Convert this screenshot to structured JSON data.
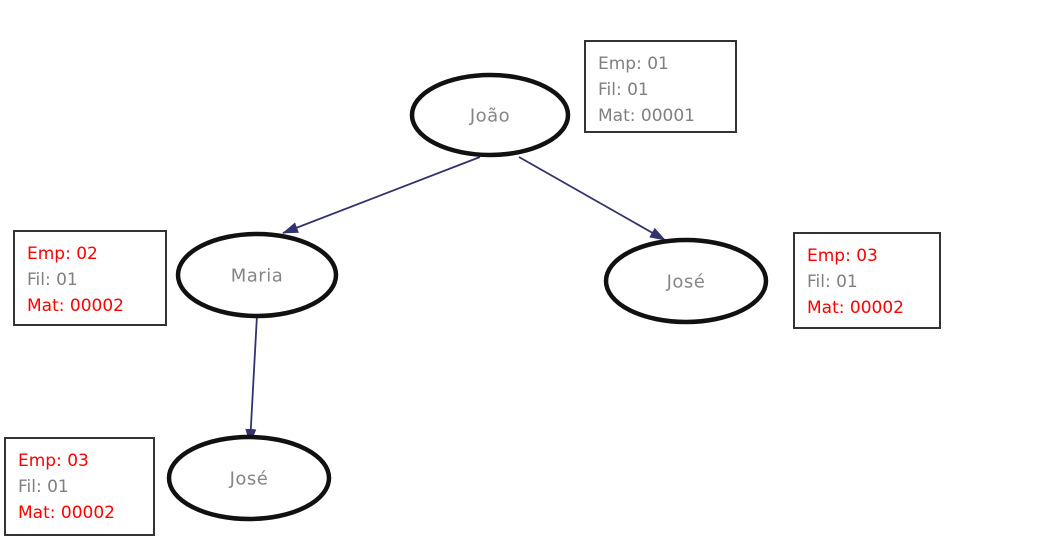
{
  "diagram": {
    "title": "employee-tree-diagram",
    "colors": {
      "background": "#ffffff",
      "node_border": "#111111",
      "node_label": "#85858a",
      "arrow": "#32326e",
      "box_border": "#333333",
      "text_gray": "#808080",
      "text_red": "#ff0000"
    },
    "nodes": [
      {
        "id": "joao",
        "label": "João"
      },
      {
        "id": "maria",
        "label": "Maria"
      },
      {
        "id": "jose-right",
        "label": "José"
      },
      {
        "id": "jose-bottom",
        "label": "José"
      }
    ],
    "edges": [
      {
        "from": "joao",
        "to": "maria"
      },
      {
        "from": "joao",
        "to": "jose-right"
      },
      {
        "from": "maria",
        "to": "jose-bottom"
      }
    ],
    "info_boxes": [
      {
        "for": "joao",
        "lines": [
          {
            "text": "Emp: 01",
            "color": "gray"
          },
          {
            "text": "Fil: 01",
            "color": "gray"
          },
          {
            "text": "Mat: 00001",
            "color": "gray"
          }
        ]
      },
      {
        "for": "maria",
        "lines": [
          {
            "text": "Emp: 02",
            "color": "red"
          },
          {
            "text": "Fil: 01",
            "color": "gray"
          },
          {
            "text": "Mat: 00002",
            "color": "red"
          }
        ]
      },
      {
        "for": "jose-right",
        "lines": [
          {
            "text": "Emp: 03",
            "color": "red"
          },
          {
            "text": "Fil: 01",
            "color": "gray"
          },
          {
            "text": "Mat: 00002",
            "color": "red"
          }
        ]
      },
      {
        "for": "jose-bottom",
        "lines": [
          {
            "text": "Emp: 03",
            "color": "red"
          },
          {
            "text": "Fil: 01",
            "color": "gray"
          },
          {
            "text": "Mat: 00002",
            "color": "red"
          }
        ]
      }
    ]
  }
}
